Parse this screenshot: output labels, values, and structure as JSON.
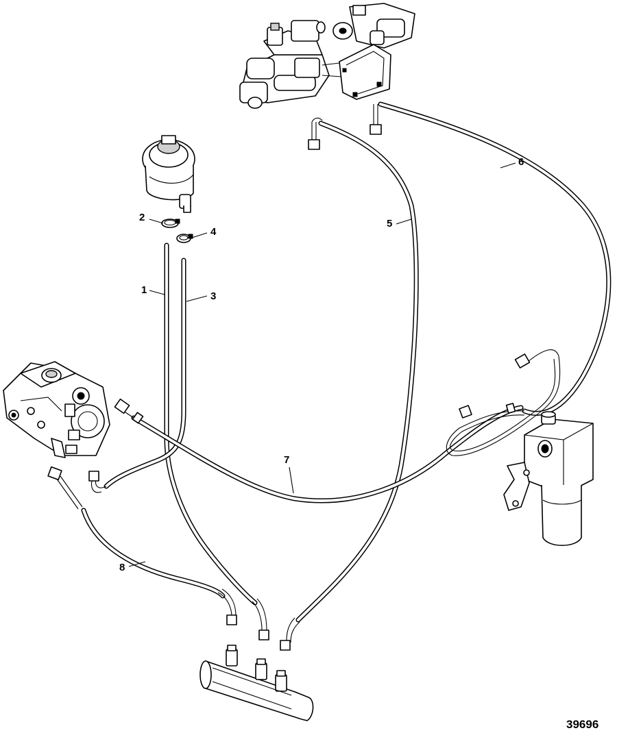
{
  "figure_number": "39696",
  "callouts": [
    "1",
    "2",
    "3",
    "4",
    "5",
    "6",
    "7",
    "8"
  ]
}
